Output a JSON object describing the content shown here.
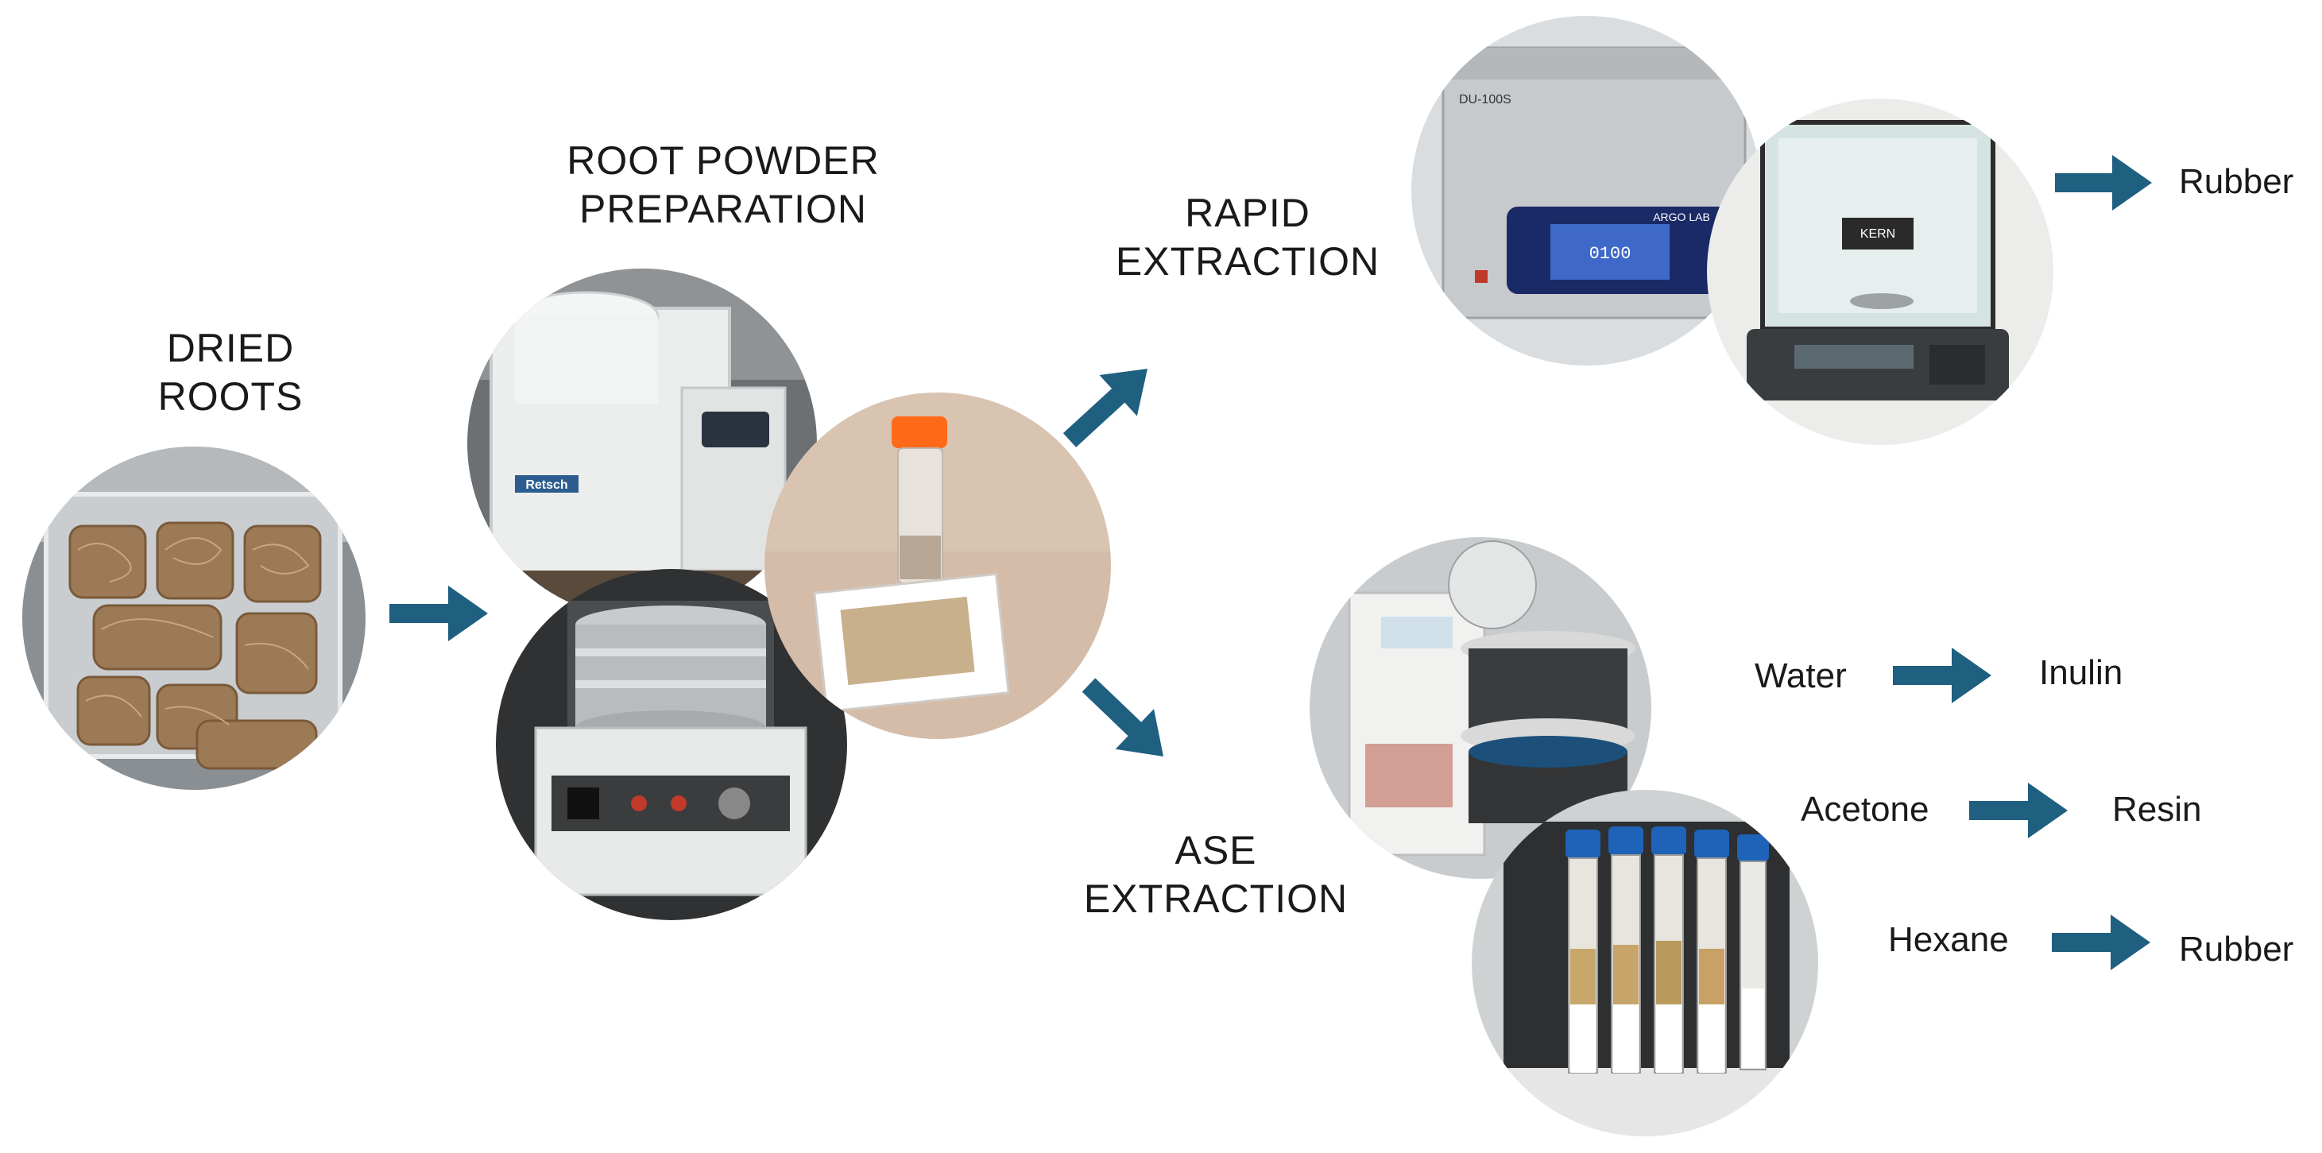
{
  "colors": {
    "arrow": "#1f5f80",
    "text": "#1a1a1a"
  },
  "stages": {
    "dried_roots": [
      "DRIED",
      "ROOTS"
    ],
    "powder": [
      "ROOT POWDER",
      "PREPARATION"
    ],
    "rapid": [
      "RAPID",
      "EXTRACTION"
    ],
    "ase": [
      "ASE",
      "EXTRACTION"
    ]
  },
  "rapid_product": "Rubber",
  "solvents": [
    {
      "solvent": "Water",
      "product": "Inulin"
    },
    {
      "solvent": "Acetone",
      "product": "Resin"
    },
    {
      "solvent": "Hexane",
      "product": "Rubber"
    }
  ],
  "photo_labels": {
    "mill_brand": "Retsch",
    "bath_model": "DU-100S",
    "bath_brand": "ARGO LAB",
    "bath_display": "0100",
    "balance_brand": "KERN"
  }
}
